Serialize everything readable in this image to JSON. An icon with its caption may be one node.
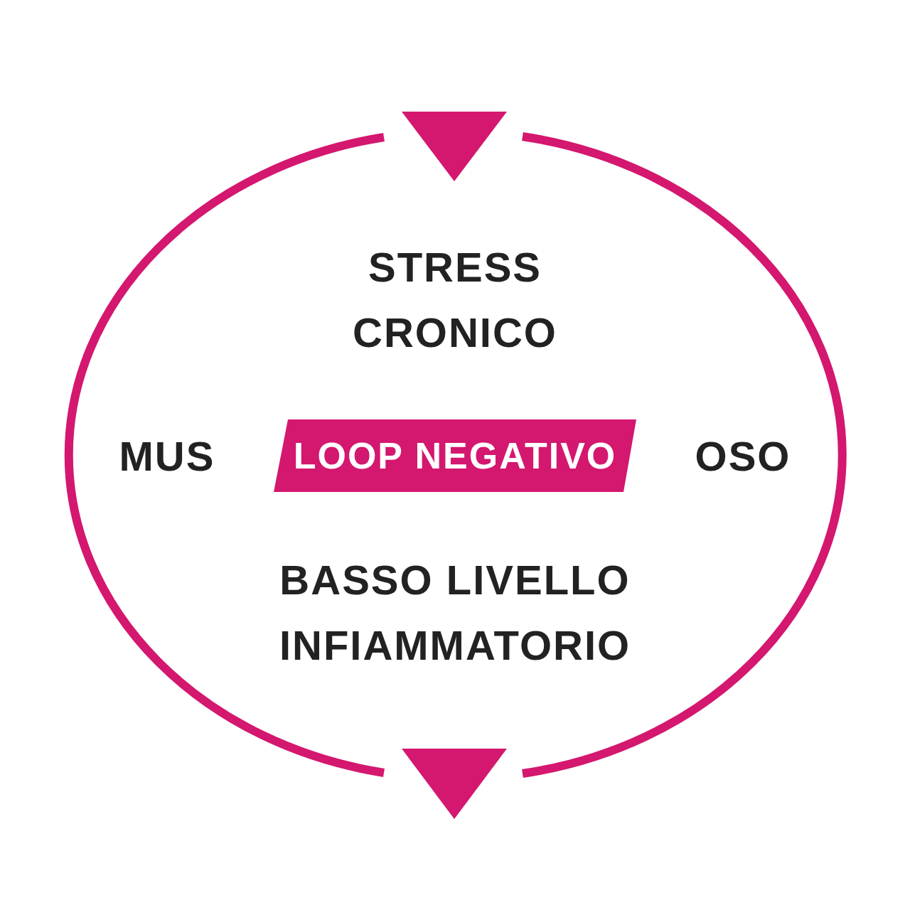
{
  "diagram": {
    "nodes": [
      {
        "text": [
          "LOOP NEGATIVO"
        ]
      }
    ],
    "labels": [
      "STRESS CRONICO",
      "MUS",
      "OSO",
      "BASSO LIVELLO INFIAMMATORIO"
    ]
  }
}
